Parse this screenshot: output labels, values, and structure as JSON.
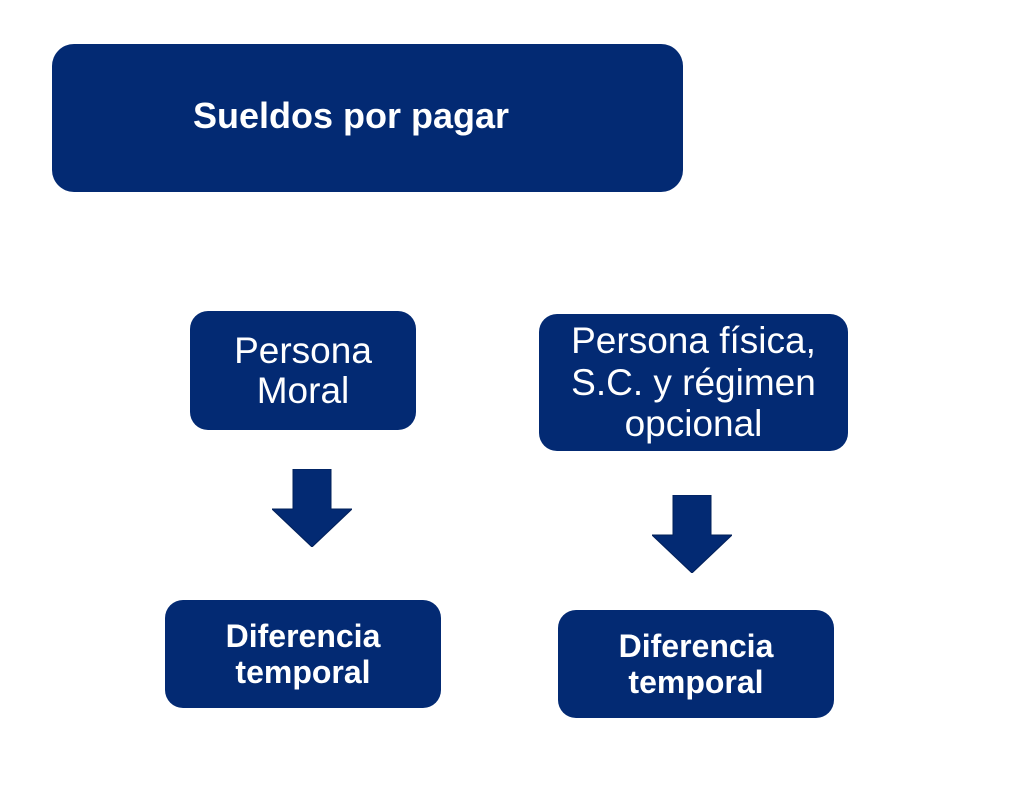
{
  "diagram": {
    "title": "Sueldos por pagar",
    "branches": [
      {
        "source": "Persona\nMoral",
        "result": "Diferencia\ntemporal"
      },
      {
        "source": "Persona física,\nS.C. y régimen\nopcional",
        "result": "Diferencia\ntemporal"
      }
    ]
  },
  "colors": {
    "box_fill": "#032a73",
    "arrow_fill": "#032a73",
    "text": "#ffffff",
    "background": "#ffffff"
  },
  "icons": {
    "arrow": "arrow-down-icon"
  }
}
